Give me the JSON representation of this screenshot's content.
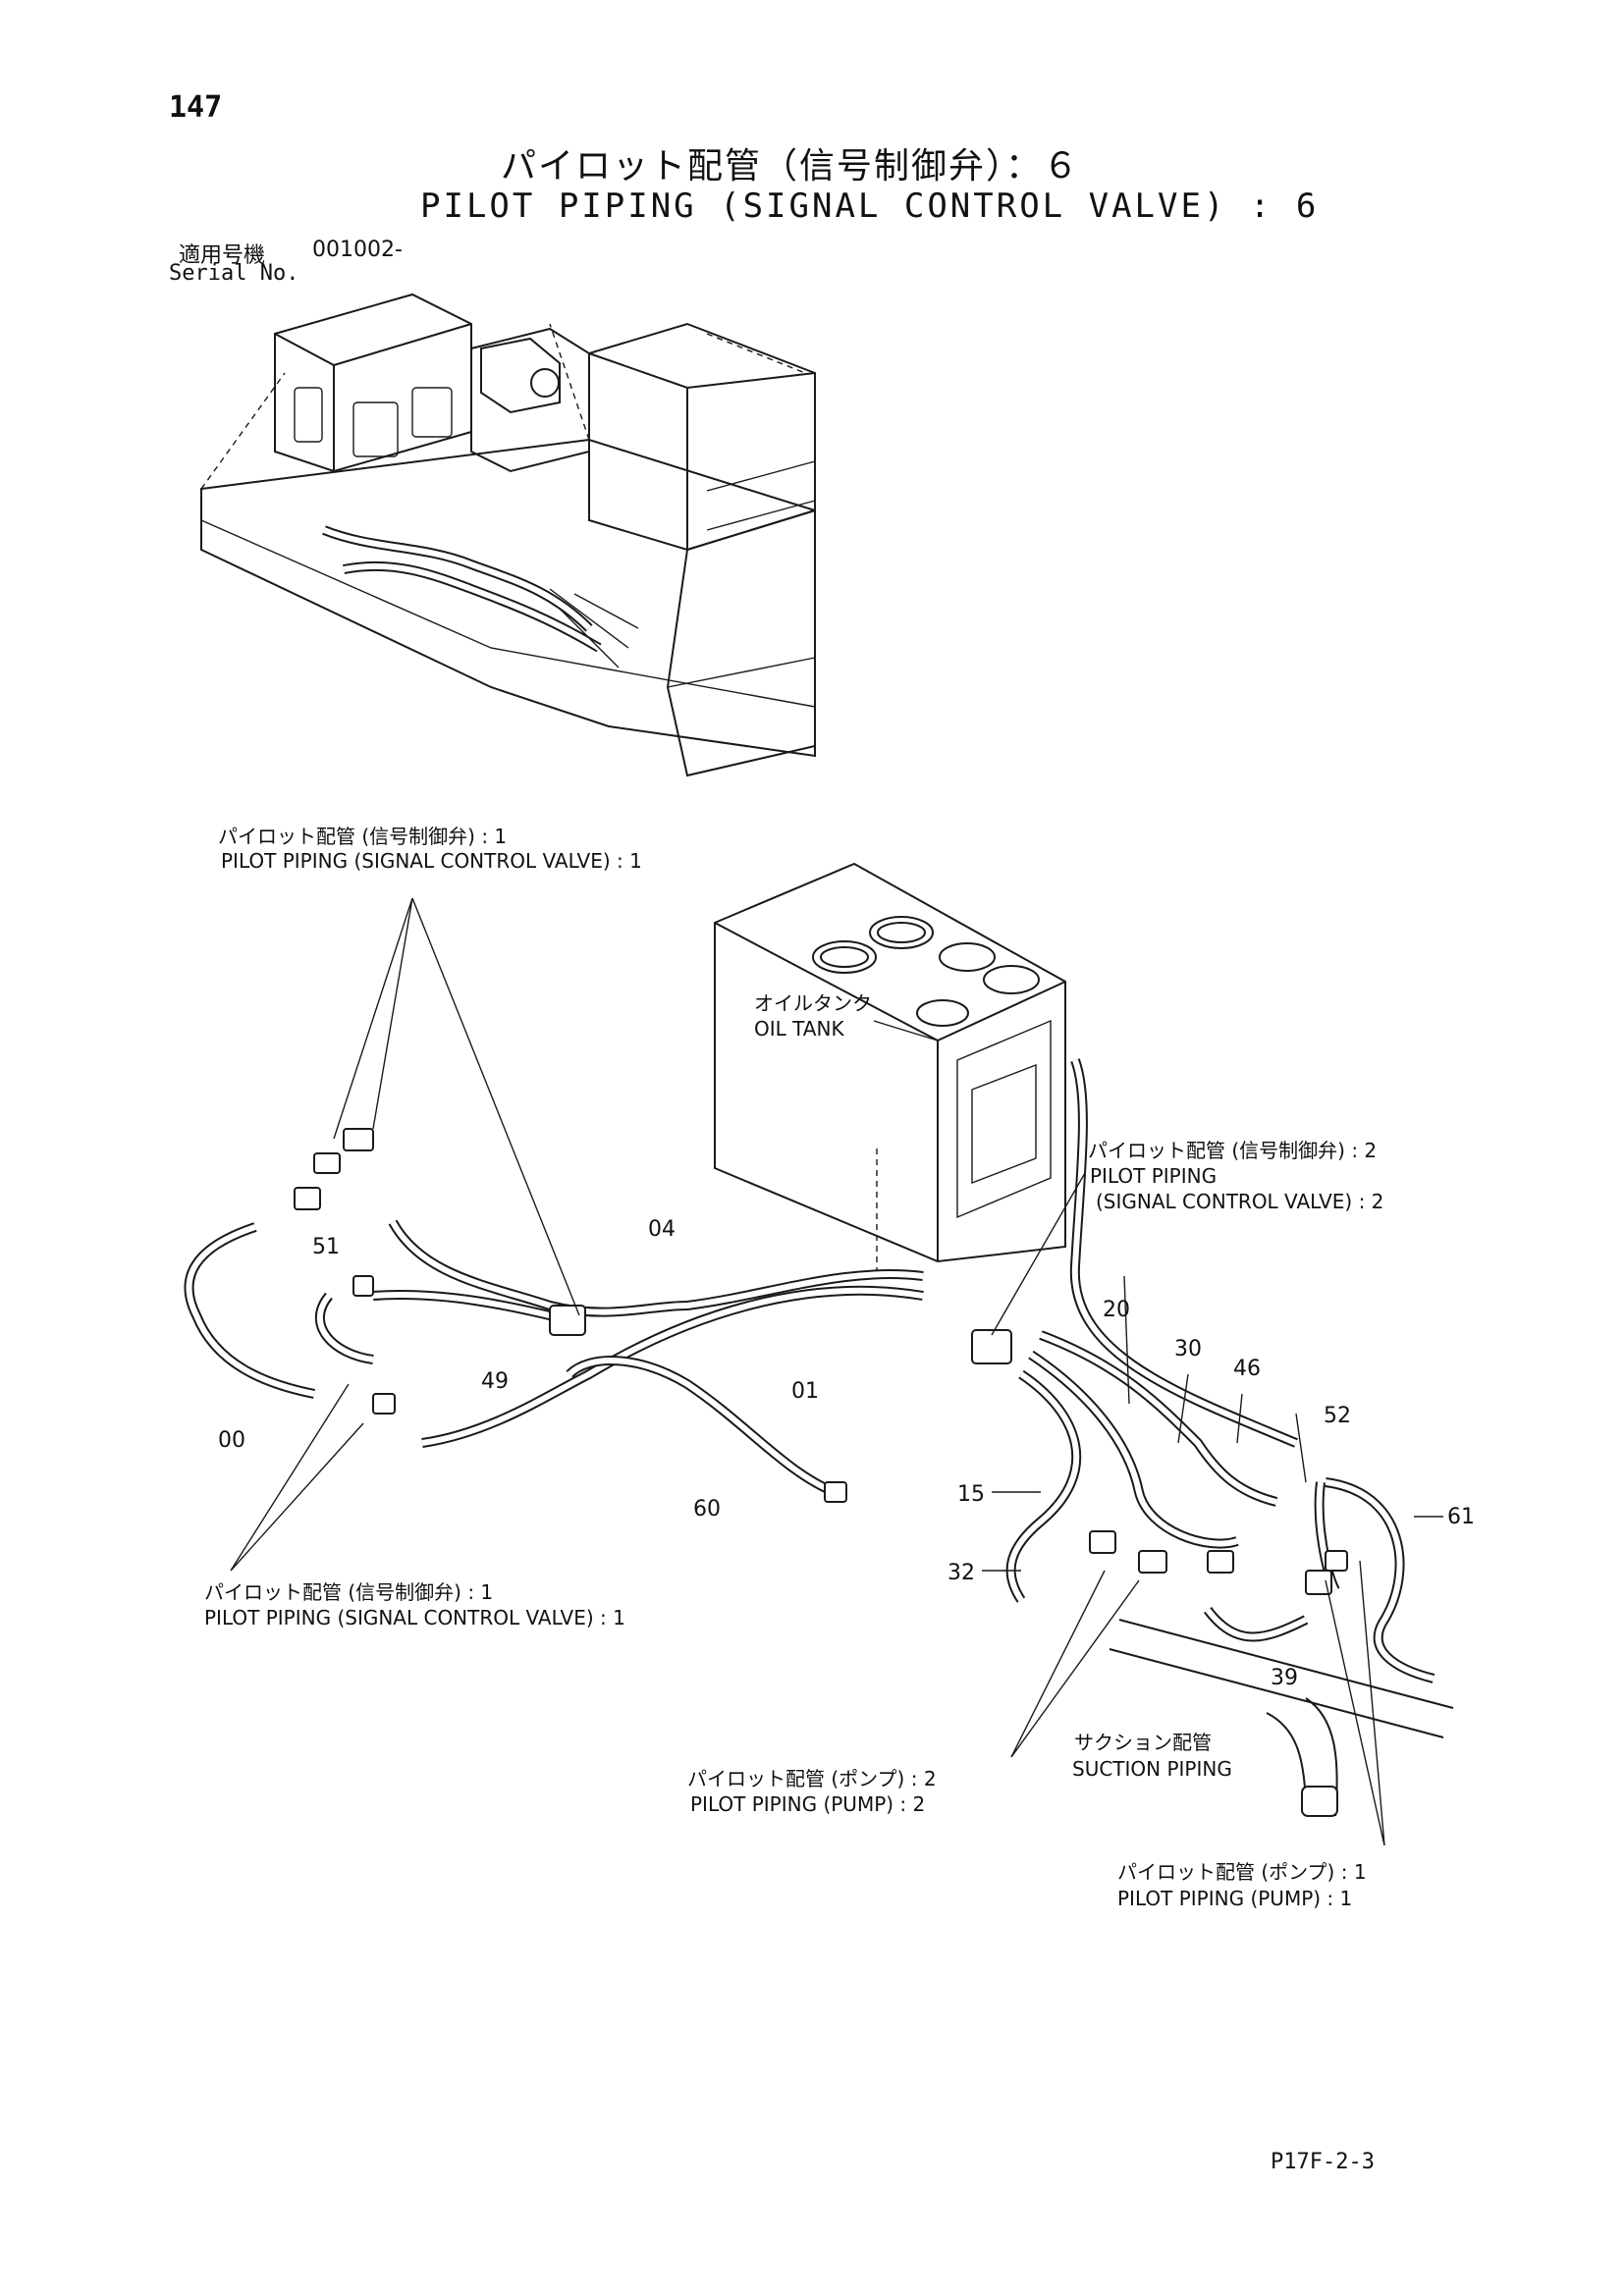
{
  "header": {
    "page_number": "147",
    "title_ja": "パイロット配管（信号制御弁）：６",
    "title_en": "PILOT PIPING (SIGNAL CONTROL VALVE) : 6"
  },
  "serial": {
    "label_ja": "適用号機",
    "code": "001002-",
    "label_en": "Serial No."
  },
  "callouts": {
    "scv1_top": {
      "ja": "パイロット配管 (信号制御弁) : 1",
      "en": "PILOT PIPING (SIGNAL CONTROL VALVE) : 1"
    },
    "oil_tank": {
      "ja": "オイルタンク",
      "en": "OIL TANK"
    },
    "scv2": {
      "ja": "パイロット配管 (信号制御弁) : 2",
      "en1": "PILOT PIPING",
      "en2": "(SIGNAL CONTROL VALVE) : 2"
    },
    "scv1_bottom": {
      "ja": "パイロット配管 (信号制御弁) : 1",
      "en": "PILOT PIPING (SIGNAL CONTROL VALVE) : 1"
    },
    "pump2": {
      "ja": "パイロット配管 (ポンプ) : 2",
      "en": "PILOT PIPING (PUMP) : 2"
    },
    "suction": {
      "ja": "サクション配管",
      "en": "SUCTION PIPING"
    },
    "pump1": {
      "ja": "パイロット配管 (ポンプ) : 1",
      "en": "PILOT PIPING (PUMP) : 1"
    }
  },
  "part_numbers": {
    "p00": "00",
    "p01": "01",
    "p04": "04",
    "p15": "15",
    "p20": "20",
    "p30": "30",
    "p32": "32",
    "p39": "39",
    "p46": "46",
    "p49": "49",
    "p51": "51",
    "p52": "52",
    "p60": "60",
    "p61": "61"
  },
  "footer": {
    "doc_code": "P17F-2-3"
  }
}
